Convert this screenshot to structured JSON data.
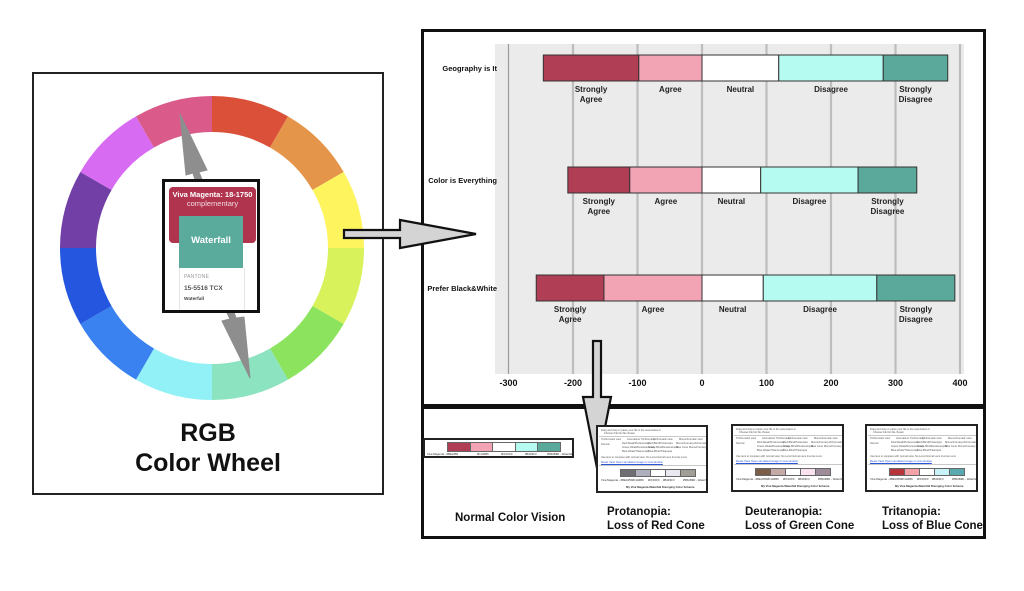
{
  "color_wheel": {
    "title_line1": "RGB",
    "title_line2": "Color Wheel",
    "segments": [
      {
        "name": "red-orange",
        "color": "#DA5038"
      },
      {
        "name": "orange",
        "color": "#E5954A"
      },
      {
        "name": "yellow",
        "color": "#FDF45E"
      },
      {
        "name": "yellow-green",
        "color": "#D7F25A"
      },
      {
        "name": "green",
        "color": "#8CE35D"
      },
      {
        "name": "mint",
        "color": "#8BE3C0"
      },
      {
        "name": "cyan",
        "color": "#92F1F6"
      },
      {
        "name": "azure",
        "color": "#3A82EF"
      },
      {
        "name": "blue",
        "color": "#2456DF"
      },
      {
        "name": "purple",
        "color": "#713FA6"
      },
      {
        "name": "violet",
        "color": "#D76BF2"
      },
      {
        "name": "magenta",
        "color": "#DA5A8A"
      }
    ],
    "pantone_card": {
      "primary_title": "Viva Magenta: 18-1750",
      "primary_subtitle": "complementary",
      "primary_color": "#B0344E",
      "swatch_name": "Waterfall",
      "swatch_color": "#5BAB9D",
      "brand": "PANTONE",
      "code": "15-5516 TCX",
      "name": "Waterfall"
    }
  },
  "chart_data": {
    "type": "bar",
    "subtype": "diverging-stacked-horizontal",
    "title": "",
    "xlabel": "",
    "ylabel": "",
    "xlim": [
      -300,
      400
    ],
    "xticks": [
      -300,
      -200,
      -100,
      0,
      100,
      200,
      300,
      400
    ],
    "xtick_labels": [
      "-300",
      "-200",
      "-100",
      "0",
      "100",
      "200",
      "300",
      "400"
    ],
    "grid": true,
    "legend": "none (segment labels under each bar)",
    "categories": [
      "Geography is It",
      "Color is Everything",
      "Prefer Black&White"
    ],
    "segment_labels": [
      "Strongly Agree",
      "Agree",
      "Neutral",
      "Disagree",
      "Strongly Disagree"
    ],
    "segment_colors": [
      "#B03E55",
      "#F2A4B4",
      "#FFFFFF",
      "#B5FBF2",
      "#5AA99A"
    ],
    "series": [
      {
        "name": "Strongly Agree",
        "values": [
          -148,
          -96,
          -105
        ]
      },
      {
        "name": "Agree",
        "values": [
          -98,
          -112,
          -152
        ]
      },
      {
        "name": "Neutral",
        "values": [
          119,
          91,
          95
        ]
      },
      {
        "name": "Disagree",
        "values": [
          162,
          151,
          176
        ]
      },
      {
        "name": "Strongly Disagree",
        "values": [
          100,
          91,
          121
        ]
      }
    ],
    "bar_extents": [
      {
        "category": "Geography is It",
        "start": -246,
        "boundaries": [
          -246,
          -98,
          0,
          119,
          281,
          381
        ]
      },
      {
        "category": "Color is Everything",
        "start": -208,
        "boundaries": [
          -208,
          -112,
          0,
          91,
          242,
          333
        ]
      },
      {
        "category": "Prefer Black&White",
        "start": -257,
        "boundaries": [
          -257,
          -152,
          0,
          95,
          271,
          392
        ]
      }
    ]
  },
  "color_vision": {
    "panels": [
      {
        "caption_line1": "Normal Color Vision",
        "caption_line2": "",
        "colors": [
          "#B03E55",
          "#F2A4B4",
          "#FFFFFF",
          "#B5FBF2",
          "#5AA99A"
        ],
        "hex_labels": [
          "Viva Magenta - #BE3455",
          "#F4A6B6",
          "#FFFFFF",
          "#B4F9F3",
          "#5BAB9D - Waterfall"
        ]
      },
      {
        "caption_line1": "Protanopia:",
        "caption_line2": "Loss of Red Cone",
        "colors": [
          "#6E6E73",
          "#AEB0BD",
          "#FFFFFF",
          "#E9E8F0",
          "#A09E96"
        ],
        "hex_labels": [
          "Viva Magenta - #BE3455",
          "#F4A6B6",
          "#FFFFFF",
          "#B4F9F3",
          "#5BAB9D - Waterfall"
        ]
      },
      {
        "caption_line1": "Deuteranopia:",
        "caption_line2": "Loss of Green Cone",
        "colors": [
          "#7A5E4A",
          "#C4ABA8",
          "#FFFFFF",
          "#FBE2F2",
          "#9E8C9B"
        ],
        "hex_labels": [
          "Viva Magenta - #BE3455",
          "#F4A6B6",
          "#FFFFFF",
          "#B4F9F3",
          "#5BAB9D - Waterfall"
        ]
      },
      {
        "caption_line1": "Tritanopia:",
        "caption_line2": "Loss of Blue Cone",
        "colors": [
          "#B8343C",
          "#F4A2A8",
          "#FFFFFF",
          "#C8F2F8",
          "#5AA8B0"
        ],
        "hex_labels": [
          "Viva Magenta - #BE3455",
          "#F4A6B6",
          "#FFFFFF",
          "#B4F9F3",
          "#5BAB9D - Waterfall"
        ]
      }
    ],
    "sim_header": "Drag and drop or paste your file in the area below or",
    "sim_subheader": "Choose File  No file chosen",
    "sim_columns": [
      "Trichromatic view",
      "Anomalous Trichromacy",
      "Dichromatic view",
      "Monochromatic view"
    ],
    "sim_normal": "Normal",
    "sim_options_a": [
      "Red-Weak/Protanomaly",
      "Green-Weak/Deuteranomaly",
      "Blue-Weak/Tritanomaly"
    ],
    "sim_options_b": [
      "Red-Blind/Protanopia",
      "Green-Blind/Deuteranopia",
      "Blue-Blind/Tritanopia"
    ],
    "sim_options_c": [
      "Monochromacy/Achromatopsia",
      "Blue Cone Monochromacy"
    ],
    "sim_lens_row": "Use lens to compare with normal view:  No Lens   Normal Lens   Inverse Lens",
    "sim_links": "Reset View   Open simulated image in new window",
    "sim_footer": "My Viva Magenta-Waterfall Diverging Color Scheme"
  }
}
